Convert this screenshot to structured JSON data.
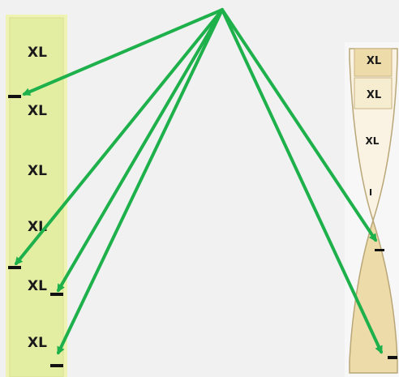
{
  "left_column": {
    "labels": [
      "XL",
      "XL",
      "XL",
      "XL",
      "XL",
      "XL"
    ]
  },
  "right_column": {
    "labels": [
      "XL",
      "XL",
      "XL",
      "I"
    ]
  },
  "colors": {
    "arrow": "#1eb14b",
    "left_fill": "#e4eea3",
    "left_border": "#eef2b3",
    "right_dark": "#eedbaa",
    "right_light": "#faf3e3",
    "right_border": "#b9a778",
    "background": "#f1f1f1"
  }
}
